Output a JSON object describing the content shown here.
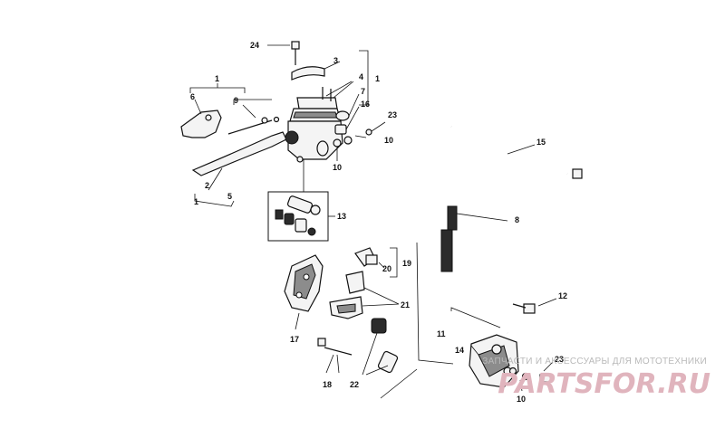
{
  "callouts": {
    "c1a": "1",
    "c1b": "1",
    "c1c": "1",
    "c2": "2",
    "c3": "3",
    "c4": "4",
    "c5": "5",
    "c6": "6",
    "c7": "7",
    "c8": "8",
    "c9": "9",
    "c10a": "10",
    "c10b": "10",
    "c10c": "10",
    "c11": "11",
    "c12": "12",
    "c13": "13",
    "c14": "14",
    "c15": "15",
    "c16": "16",
    "c17": "17",
    "c18": "18",
    "c19": "19",
    "c20": "20",
    "c21": "21",
    "c22": "22",
    "c23a": "23",
    "c23b": "23",
    "c24": "24"
  },
  "watermark": {
    "tagline": "ЗАПЧАСТИ И АКСЕССУАРЫ ДЛЯ МОТОТЕХНИКИ",
    "logo": "PARTSFOR.RU"
  },
  "colors": {
    "line": "#111111",
    "watermark_text": "#b9b9b9",
    "watermark_logo": "#e0b4bd"
  }
}
